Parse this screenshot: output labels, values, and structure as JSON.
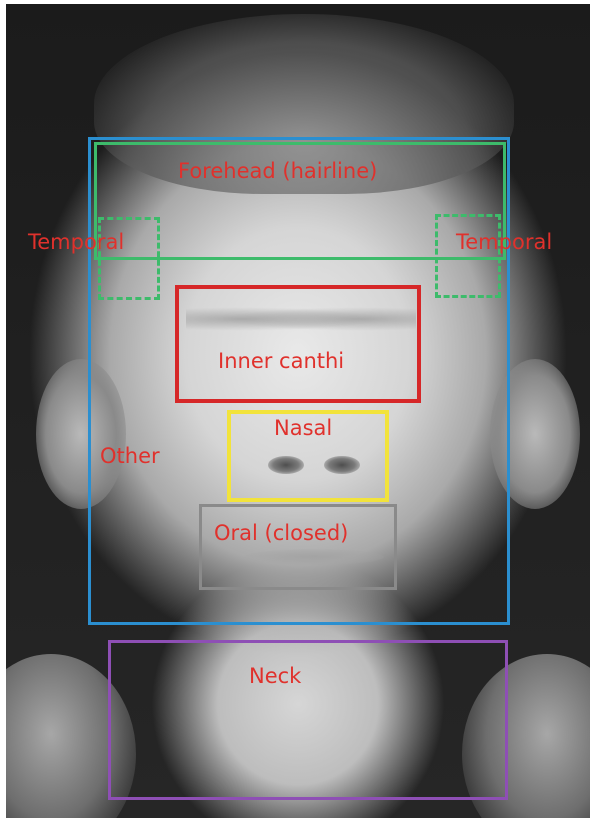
{
  "figure": {
    "description_free": true,
    "regions": [
      {
        "key": "forehead",
        "label": "Forehead (hairline)",
        "color": "#3dbb6b",
        "style": "solid"
      },
      {
        "key": "temporal_left",
        "label": "Temporal",
        "color": "#3dbb6b",
        "style": "dashed"
      },
      {
        "key": "temporal_right",
        "label": "Temporal",
        "color": "#3dbb6b",
        "style": "dashed"
      },
      {
        "key": "inner_canthi",
        "label": "Inner canthi",
        "color": "#d62728",
        "style": "solid"
      },
      {
        "key": "nasal",
        "label": "Nasal",
        "color": "#f2e33b",
        "style": "solid"
      },
      {
        "key": "other",
        "label": "Other",
        "color": "#2b8fd0",
        "style": "solid"
      },
      {
        "key": "oral",
        "label": "Oral (closed)",
        "color": "#8a8a8a",
        "style": "solid"
      },
      {
        "key": "neck",
        "label": "Neck",
        "color": "#8e4fb5",
        "style": "solid"
      }
    ],
    "label_color": "#e0312c"
  }
}
